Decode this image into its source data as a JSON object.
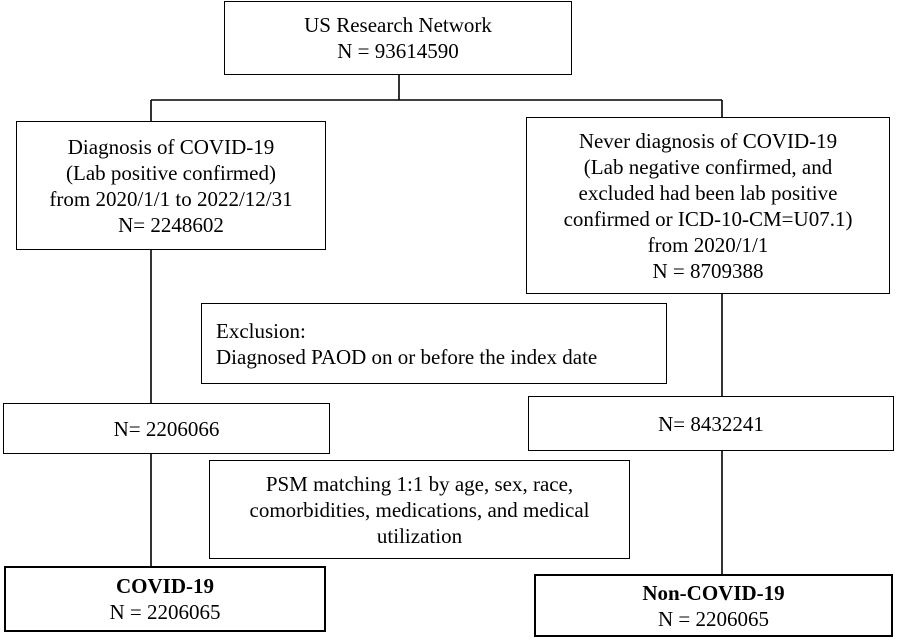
{
  "flowchart": {
    "source": {
      "line1": "US Research Network",
      "line2": "N = 93614590"
    },
    "covid_dx": {
      "lines": [
        "Diagnosis of COVID-19",
        "(Lab positive confirmed)",
        "from 2020/1/1 to 2022/12/31",
        "N= 2248602"
      ]
    },
    "never_dx": {
      "lines": [
        "Never diagnosis of COVID-19",
        "(Lab negative confirmed, and",
        "excluded had been lab positive",
        "confirmed or ICD-10-CM=U07.1)",
        "from 2020/1/1",
        "N = 8709388"
      ]
    },
    "exclusion": {
      "line1": "Exclusion:",
      "line2": "Diagnosed PAOD on or before the index date"
    },
    "covid_after_exclusion": {
      "text": "N= 2206066"
    },
    "noncovid_after_exclusion": {
      "text": "N= 8432241"
    },
    "psm": {
      "lines": [
        "PSM matching 1:1 by age, sex, race,",
        "comorbidities, medications, and medical",
        "utilization"
      ]
    },
    "covid_final": {
      "title": "COVID-19",
      "count": "N = 2206065"
    },
    "noncovid_final": {
      "title": "Non-COVID-19",
      "count": "N = 2206065"
    }
  }
}
